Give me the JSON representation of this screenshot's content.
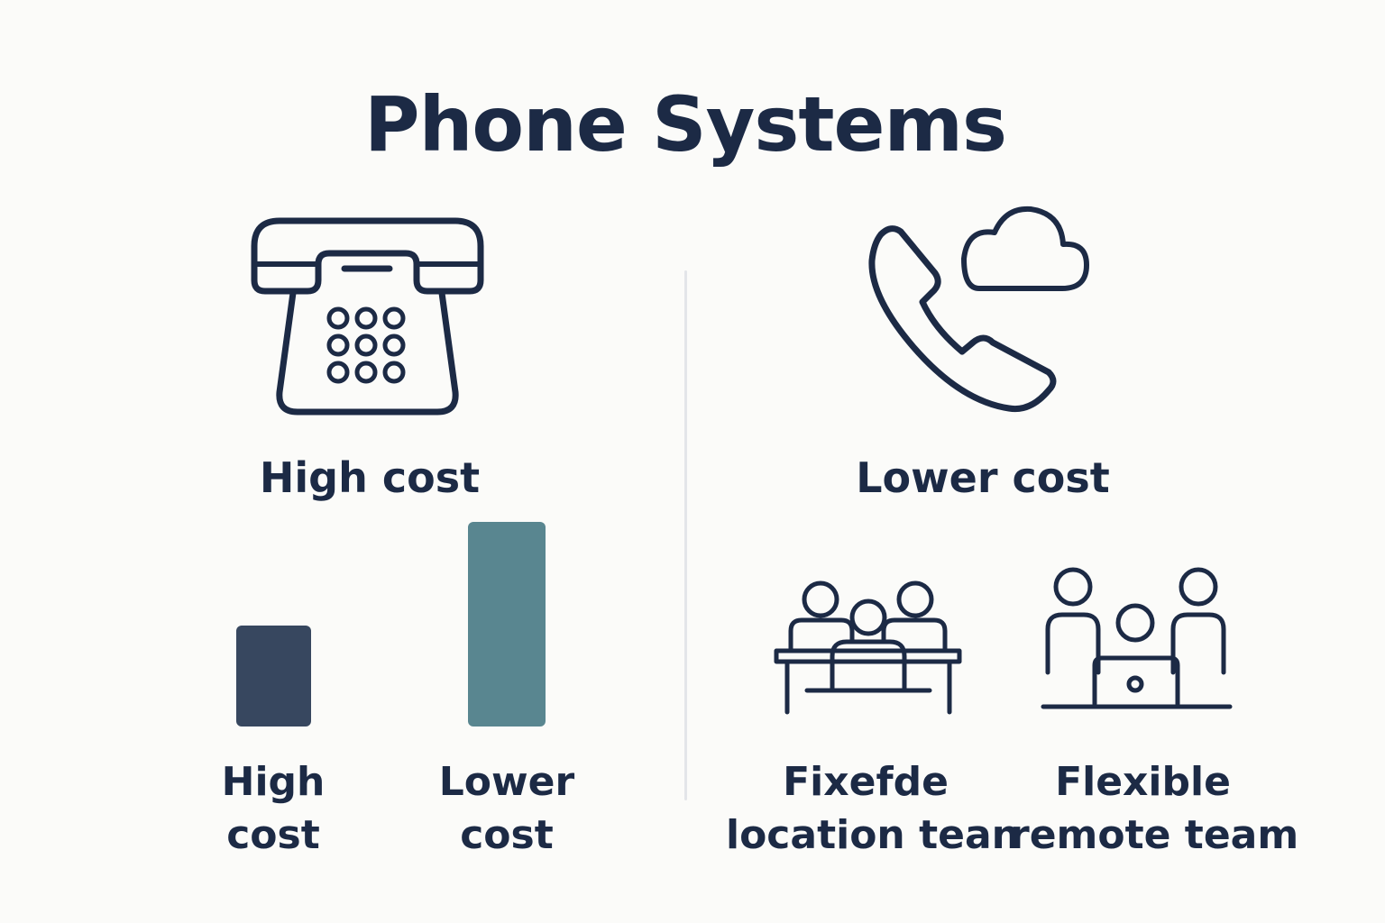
{
  "title": "Phone Systems",
  "left": {
    "icon": "desk-telephone-icon",
    "cost_label": "High cost"
  },
  "right": {
    "icon": "cloud-phone-icon",
    "cost_label": "Lower cost"
  },
  "bars": [
    {
      "label_line1": "High",
      "label_line2": "cost",
      "color": "#37475f"
    },
    {
      "label_line1": "Lower",
      "label_line2": "cost",
      "color": "#598690"
    }
  ],
  "teams": [
    {
      "icon": "office-team-icon",
      "label_line1": "Fixefde",
      "label_line2": "location tean"
    },
    {
      "icon": "remote-team-icon",
      "label_line1": "Flexible",
      "label_line2": "remote team"
    }
  ],
  "colors": {
    "text": "#1c2a45",
    "divider": "#e3e5e9",
    "background": "#fbfbf9"
  }
}
